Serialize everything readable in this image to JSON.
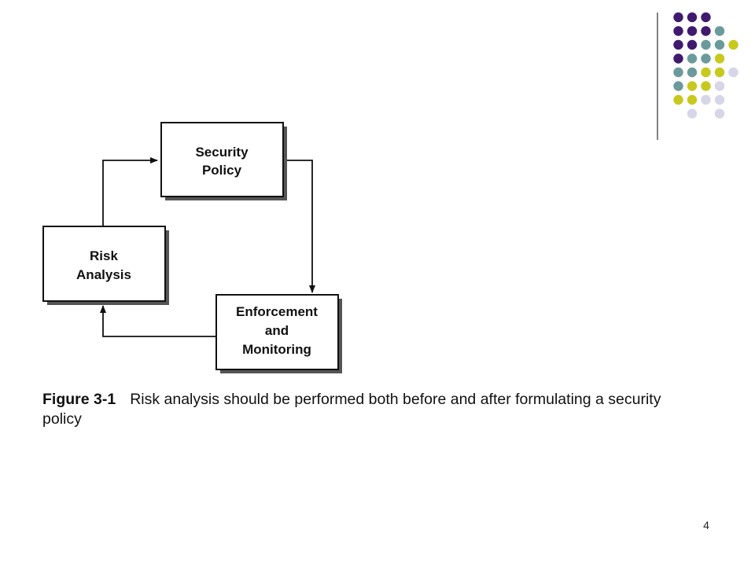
{
  "colors": {
    "purple": "#3f1a6e",
    "teal": "#6b9a9c",
    "chartreuse": "#c8c81e",
    "lavender": "#d6d6e8",
    "box_border": "#111111",
    "box_shadow": "#555555"
  },
  "diagram": {
    "nodes": [
      {
        "id": "security-policy",
        "lines": [
          "Security",
          "Policy"
        ]
      },
      {
        "id": "risk-analysis",
        "lines": [
          "Risk",
          "Analysis"
        ]
      },
      {
        "id": "enforcement-monitoring",
        "lines": [
          "Enforcement",
          "and",
          "Monitoring"
        ]
      }
    ],
    "edges": [
      {
        "from": "risk-analysis",
        "to": "security-policy"
      },
      {
        "from": "security-policy",
        "to": "enforcement-monitoring"
      },
      {
        "from": "enforcement-monitoring",
        "to": "risk-analysis"
      }
    ]
  },
  "caption": {
    "label": "Figure 3-1",
    "text": "Risk analysis should be performed both before and after formulating a security policy"
  },
  "page_number": "4"
}
